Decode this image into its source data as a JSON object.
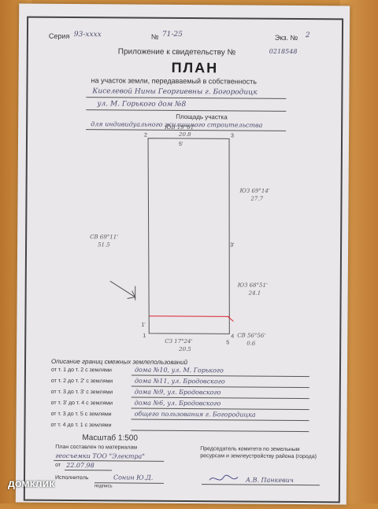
{
  "header": {
    "series_label": "Серия",
    "series_value": "93-хххх",
    "number_label": "№",
    "number_value": "71-25",
    "copy_label": "Экз. №",
    "copy_value": "2",
    "appendix_text": "Приложение к свидетельству №",
    "appendix_number": "0218548"
  },
  "title": "ПЛАН",
  "parcel": {
    "line1_prefix": "на участок земли, передаваемый в собственность",
    "owner": "Киселевой Нины Георгиевны г. Богородицк",
    "address": "ул. М. Горького дом №8",
    "area_label": "Площадь участка",
    "purpose": "для индивидуального жилищного строительства"
  },
  "plot": {
    "top_bearing": "ЮВ 19°01'",
    "top_length": "20.8",
    "right_bearing": "ЮЗ 69°14'",
    "right_length": "27.7",
    "left_bearing": "СВ 69°11'",
    "left_length": "51.5",
    "right2_bearing": "ЮЗ 68°51'",
    "right2_length": "24.1",
    "bottom_bearing": "СЗ 17°24'",
    "bottom_length": "20.5",
    "small_bearing": "СВ 56°56'",
    "small_length": "0.6",
    "points": [
      "1",
      "2",
      "3",
      "4",
      "5",
      "1'",
      "3'",
      "5'"
    ]
  },
  "neighbors": {
    "heading": "Описание границ смежных землепользований",
    "rows": [
      {
        "from": "от т. 1 до т. 2 с землями",
        "value": "дома №10, ул. М. Горького"
      },
      {
        "from": "от т. 2 до т. 2' с землями",
        "value": "дома №11, ул. Бродовского"
      },
      {
        "from": "от т. 3 до т. 3' с землями",
        "value": "дома №9, ул. Бродовского"
      },
      {
        "from": "от т. 3' до т. 4 с землями",
        "value": "дома №6, ул. Бродовского"
      },
      {
        "from": "от т. 3 до т. 5 с землями",
        "value": "общего пользования г. Богородицка"
      },
      {
        "from": "от т. 4 до т. 1 с землями",
        "value": ""
      }
    ]
  },
  "scale": "Масштаб 1:500",
  "footer": {
    "compiled_label": "План составлен по материалам",
    "compiled_value": "геосъемки ТОО \"Электра\"",
    "date_label": "от",
    "date_value": "22.07.98",
    "executor_label": "Исполнитель",
    "executor_value": "Сонин Ю.Д.",
    "signature_label": "подпись",
    "chairman_label": "Председатель комитета по земельным ресурсам и землеустройству района (города)",
    "chairman_name": "А.В. Панкевич"
  },
  "watermark": "домклик"
}
